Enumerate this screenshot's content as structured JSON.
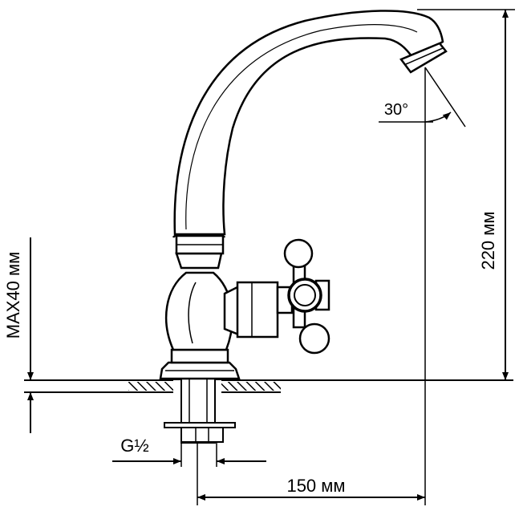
{
  "labels": {
    "height": "220 мм",
    "max_thickness": "MAX40 мм",
    "reach": "150 мм",
    "thread": "G½",
    "angle": "30°"
  },
  "colors": {
    "ink": "#000000",
    "body": "#ffffff"
  }
}
